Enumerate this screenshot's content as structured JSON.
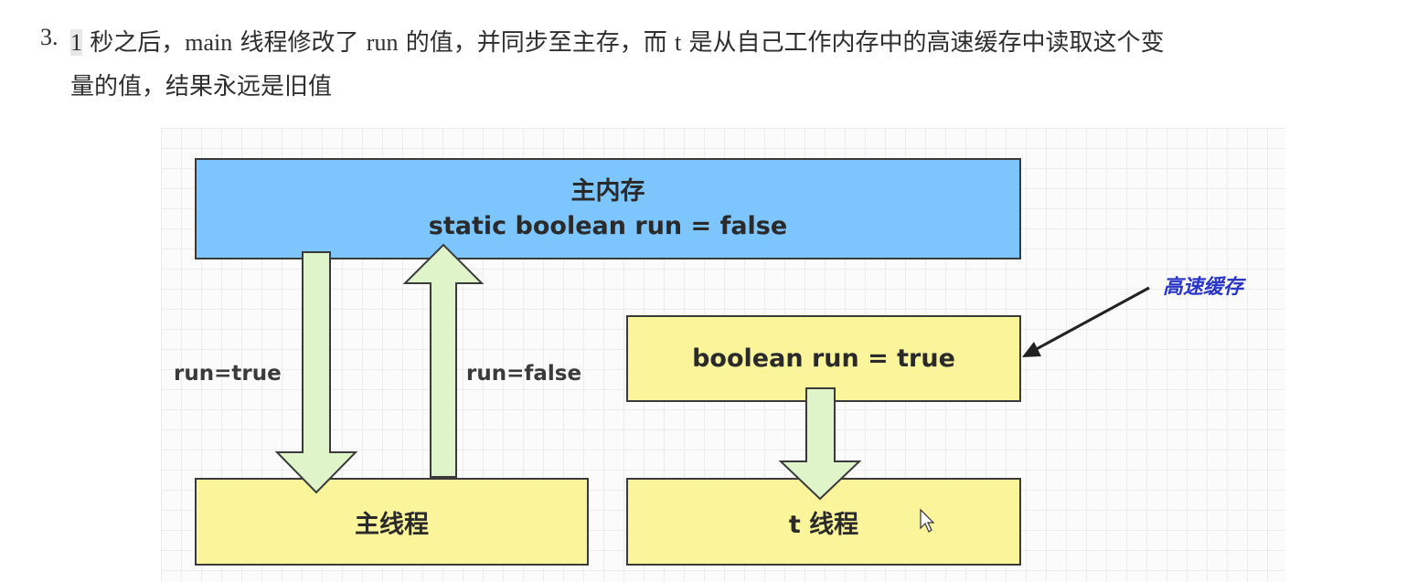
{
  "paragraph": {
    "number": "3.",
    "segments": [
      {
        "text": "1",
        "style": "hl-serif"
      },
      {
        "text": " 秒之后，",
        "style": "normal"
      },
      {
        "text": "main",
        "style": "serif"
      },
      {
        "text": " 线程修改了 ",
        "style": "normal"
      },
      {
        "text": "run",
        "style": "serif"
      },
      {
        "text": " 的值，并同步至主存，而 ",
        "style": "normal"
      },
      {
        "text": "t",
        "style": "serif"
      },
      {
        "text": " 是从自己工作内存中的高速缓存中读取这个变",
        "style": "normal"
      }
    ],
    "line2": "量的值，结果永远是旧值"
  },
  "diagram": {
    "main_memory": {
      "title": "主内存",
      "code": "static boolean run = false"
    },
    "cache_box": {
      "code": "boolean run = true"
    },
    "main_thread": {
      "label": "主线程"
    },
    "t_thread": {
      "label": "t 线程"
    },
    "arrow_down_label": "run=true",
    "arrow_up_label": "run=false",
    "cache_annotation": "高速缓存"
  },
  "colors": {
    "main_memory_fill": "#7dc5fd",
    "thread_fill": "#faf49b",
    "arrow_fill": "#dff5c9",
    "annotation_text": "#2a36c8"
  }
}
